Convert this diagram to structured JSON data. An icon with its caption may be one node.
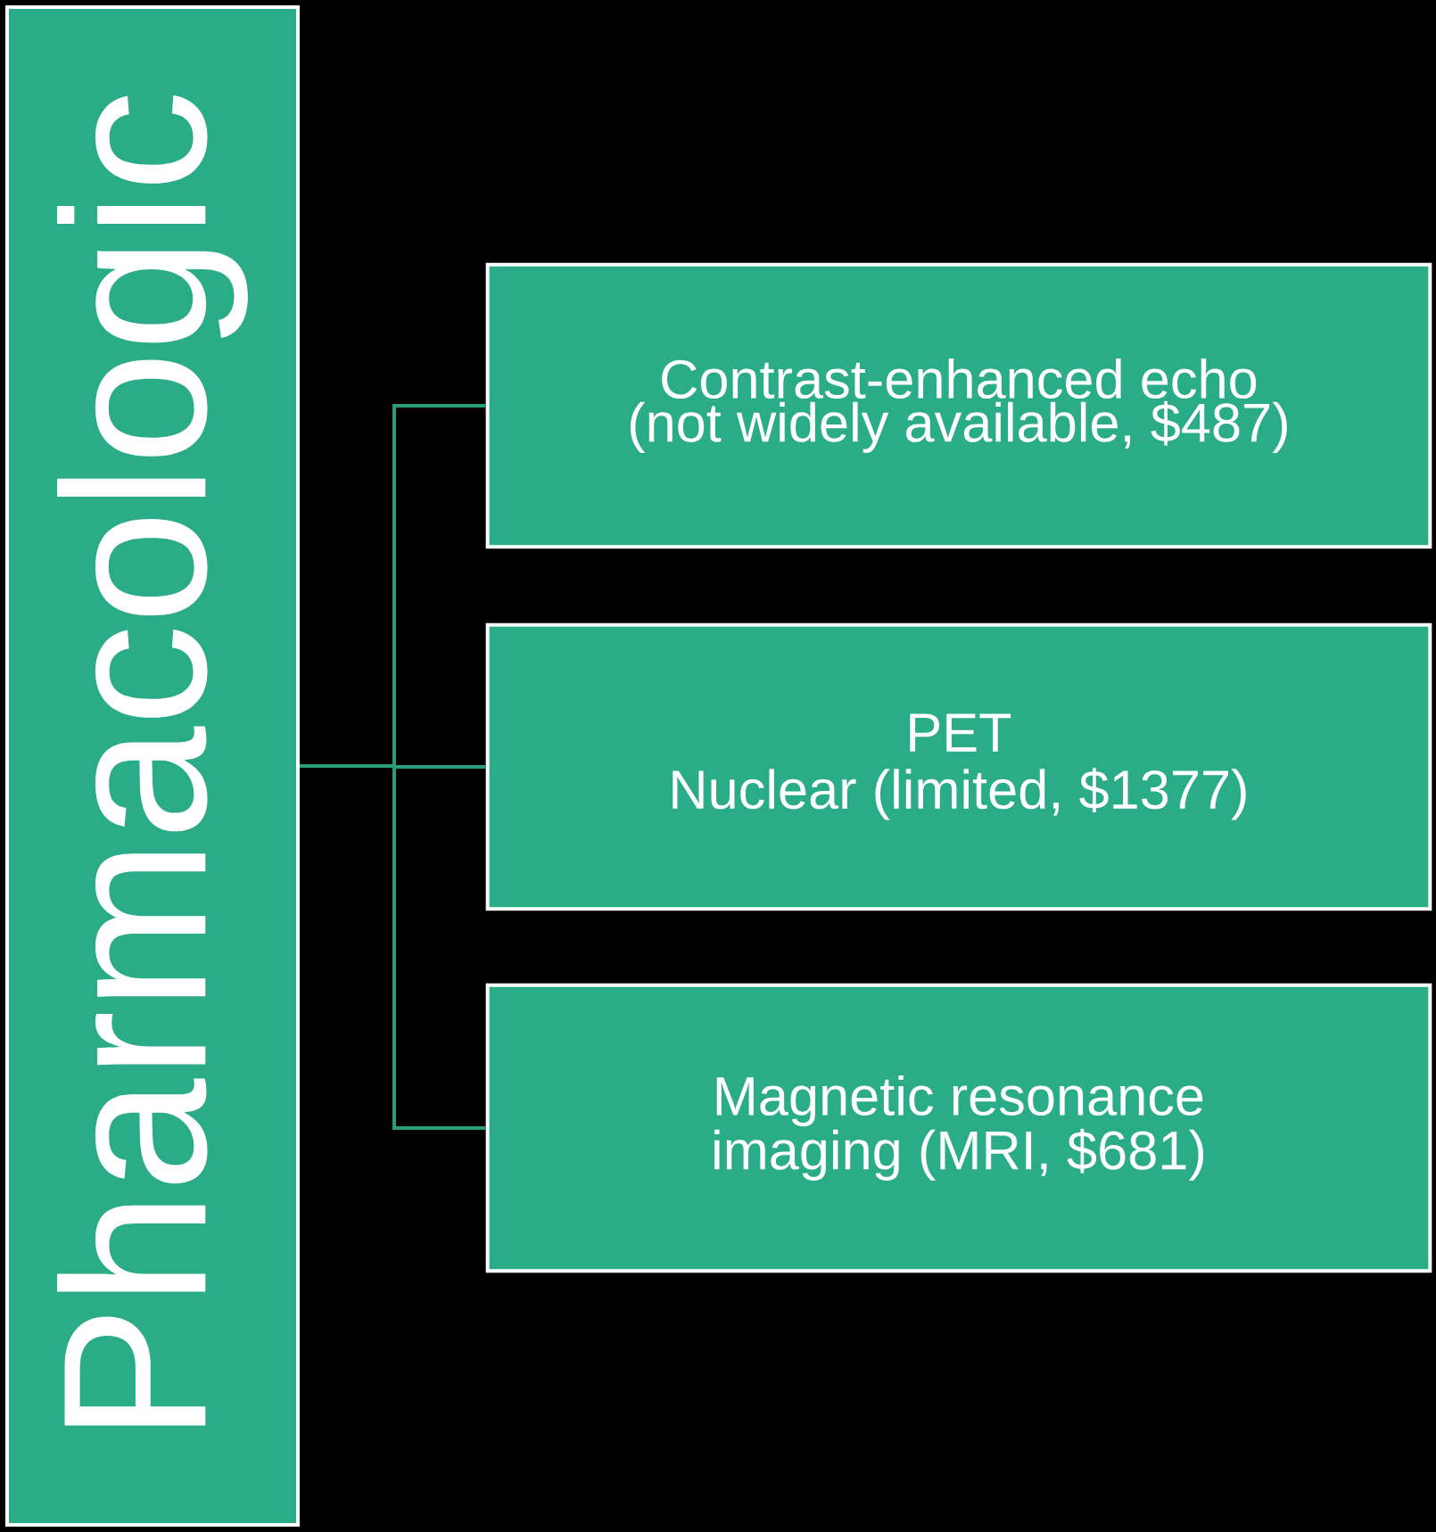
{
  "diagram": {
    "nodes": [
      {
        "text": [
          "Pharmacologic"
        ]
      },
      {
        "text": [
          "Contrast-enhanced echo (not widely available, $487)"
        ]
      },
      {
        "text": [
          "PET",
          "Nuclear (limited, $1377)"
        ]
      },
      {
        "text": [
          "Magnetic resonance imaging (MRI, $681)"
        ]
      }
    ],
    "edges": [
      {
        "from": 0,
        "to": 1,
        "arrow": "none"
      },
      {
        "from": 0,
        "to": 2,
        "arrow": "none"
      },
      {
        "from": 0,
        "to": 3,
        "arrow": "none"
      }
    ]
  }
}
